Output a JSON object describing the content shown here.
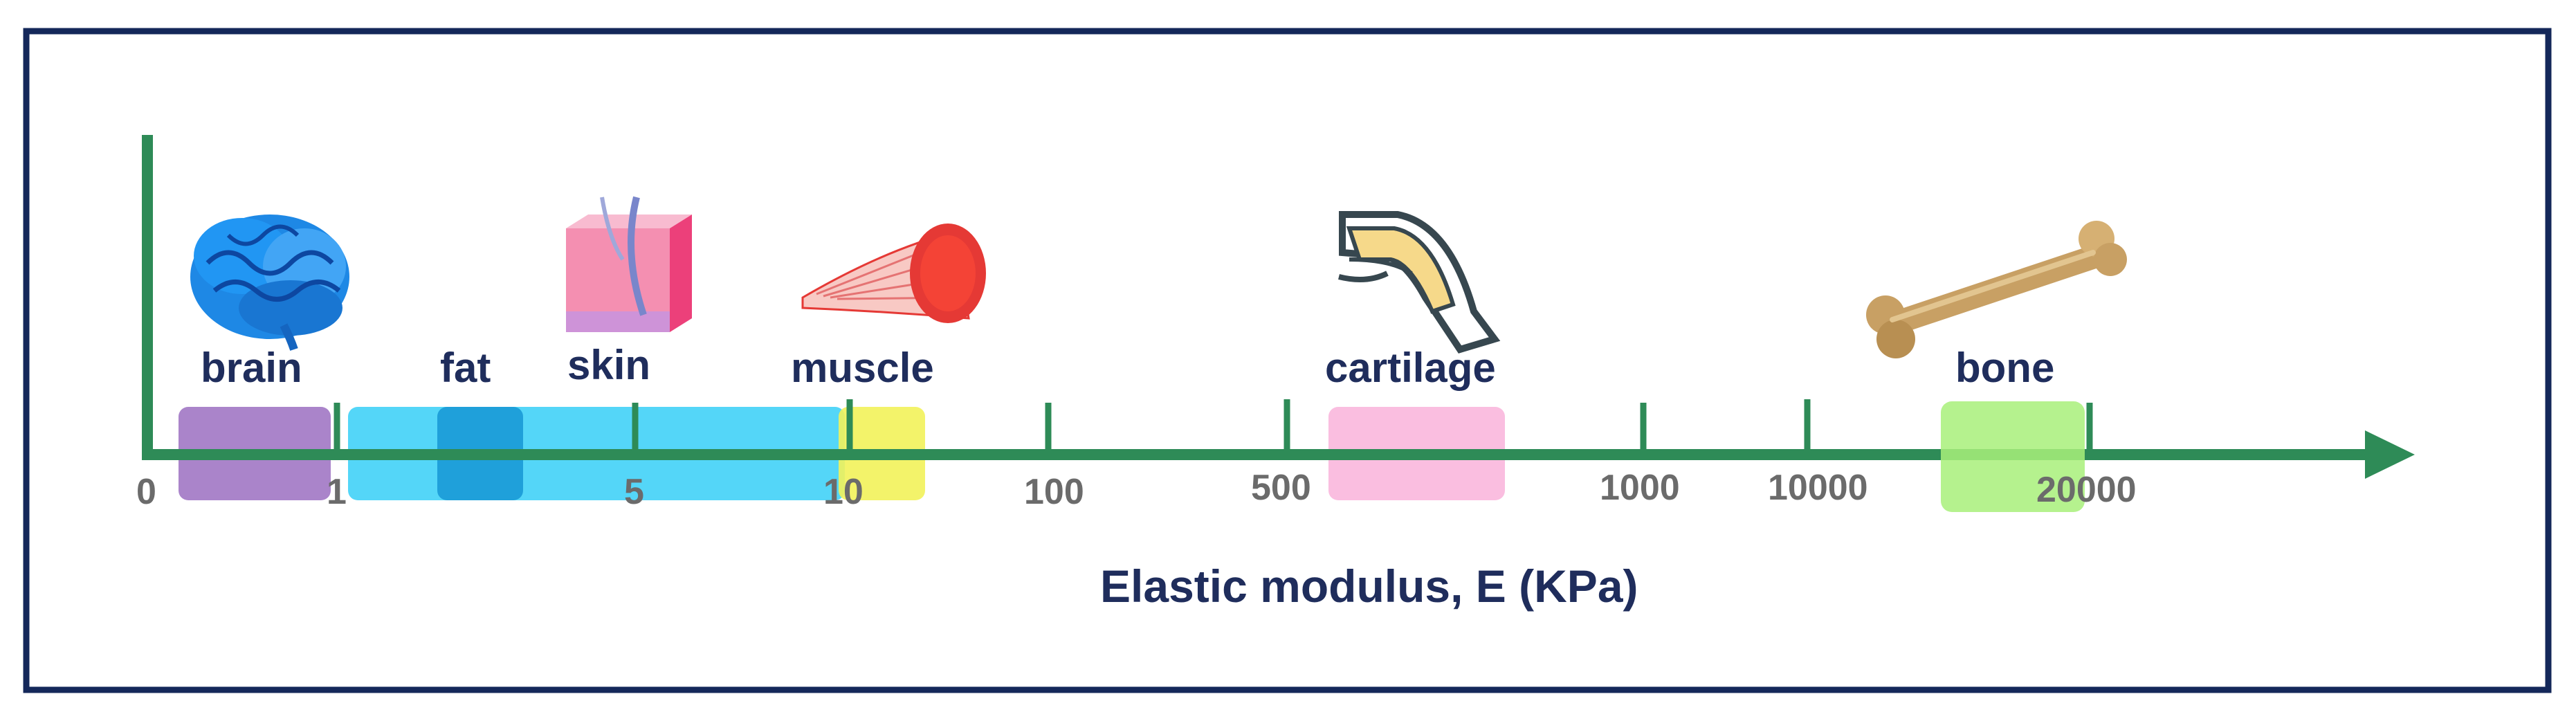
{
  "axis": {
    "title": "Elastic modulus, E (KPa)",
    "ticks": [
      "0",
      "1",
      "5",
      "10",
      "100",
      "500",
      "1000",
      "10000",
      "20000"
    ]
  },
  "tissues": [
    {
      "label": "brain",
      "icon": "brain-icon",
      "color": "#9b6fc1"
    },
    {
      "label": "fat",
      "icon": "",
      "color": "#1a9ad6"
    },
    {
      "label": "skin",
      "icon": "skin-icon",
      "color": "#41d1f7"
    },
    {
      "label": "muscle",
      "icon": "muscle-icon",
      "color": "#f2f25a"
    },
    {
      "label": "cartilage",
      "icon": "cartilage-joint-icon",
      "color": "#f9b7dd"
    },
    {
      "label": "bone",
      "icon": "bone-icon",
      "color": "#a8f07a"
    }
  ],
  "colors": {
    "frame": "#14285a",
    "axis": "#2e8b57",
    "text_dark": "#1f2d5c",
    "tick_text": "#6b6b6b"
  }
}
